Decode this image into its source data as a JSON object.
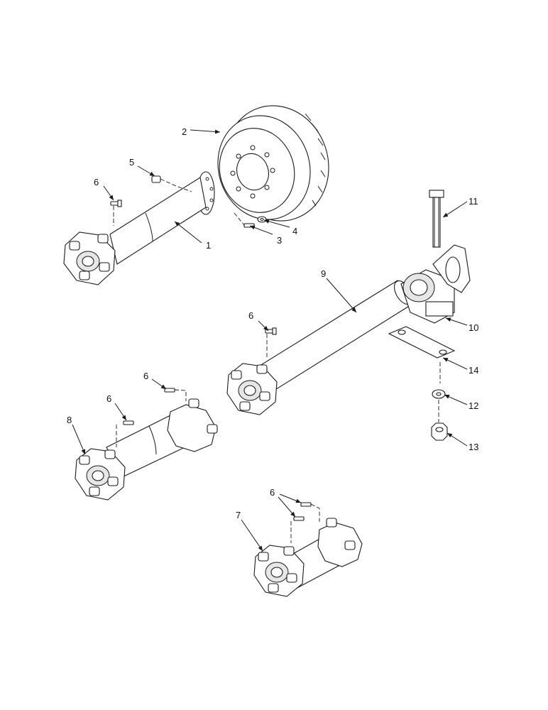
{
  "callouts": {
    "c1": "1",
    "c2": "2",
    "c3": "3",
    "c4": "4",
    "c5": "5",
    "c6a": "6",
    "c6b": "6",
    "c6c": "6",
    "c6d": "6",
    "c6e": "6",
    "c7": "7",
    "c8": "8",
    "c9": "9",
    "c10": "10",
    "c11": "11",
    "c12": "12",
    "c13": "13",
    "c14": "14"
  }
}
